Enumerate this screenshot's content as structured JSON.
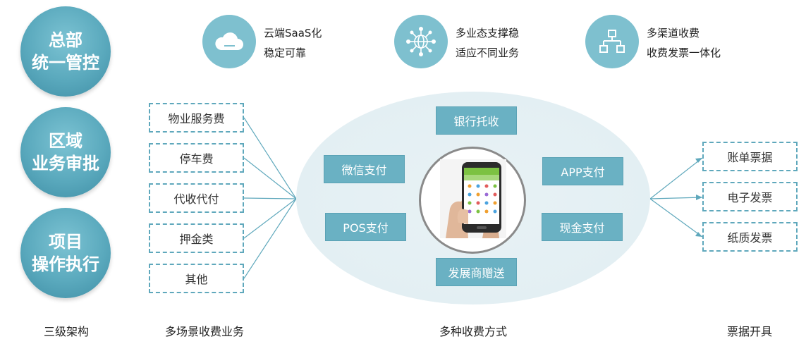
{
  "tiers": [
    {
      "line1": "总部",
      "line2": "统一管控"
    },
    {
      "line1": "区域",
      "line2": "业务审批"
    },
    {
      "line1": "项目",
      "line2": "操作执行"
    }
  ],
  "features": [
    {
      "icon": "cloud-icon",
      "line1": "云端SaaS化",
      "line2": "稳定可靠"
    },
    {
      "icon": "globe-network-icon",
      "line1": "多业态支撑稳",
      "line2": "适应不同业务"
    },
    {
      "icon": "hierarchy-icon",
      "line1": "多渠道收费",
      "line2": "收费发票一体化"
    }
  ],
  "scenarios": [
    "物业服务费",
    "停车费",
    "代收代付",
    "押金类",
    "其他"
  ],
  "payments": {
    "top": "银行托收",
    "left_top": "微信支付",
    "right_top": "APP支付",
    "left_bottom": "POS支付",
    "right_bottom": "现金支付",
    "bottom": "发展商赠送"
  },
  "invoices": [
    "账单票据",
    "电子发票",
    "纸质发票"
  ],
  "captions": {
    "tiers": "三级架构",
    "scenarios": "多场景收费业务",
    "payments": "多种收费方式",
    "invoices": "票据开具"
  },
  "colors": {
    "accent": "#5aa9bd",
    "payment_box": "#6ab1c3",
    "ellipse": "#e3eff3",
    "line": "#5fa8bc"
  }
}
